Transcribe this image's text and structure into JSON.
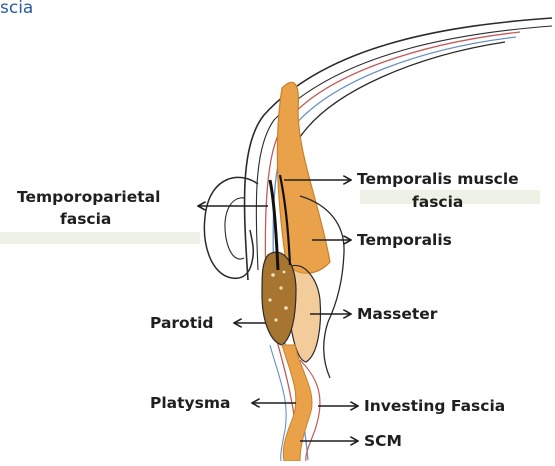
{
  "header": {
    "title_fragment": "scia"
  },
  "labels": {
    "temporoparietal_line1": "Temporoparietal",
    "temporoparietal_line2": "fascia",
    "temporalis_fascia_line1": "Temporalis muscle",
    "temporalis_fascia_line2": "fascia",
    "temporalis": "Temporalis",
    "parotid": "Parotid",
    "masseter": "Masseter",
    "platysma": "Platysma",
    "investing_fascia": "Investing Fascia",
    "scm": "SCM"
  },
  "colors": {
    "muscle": "#e9a24a",
    "muscle_dark": "#c7812c",
    "parotid": "#a7752f",
    "fascia_red": "#c45a5a",
    "fascia_blue": "#6a8fc4",
    "outline": "#2a2a2a",
    "title": "#2b5aa8"
  }
}
